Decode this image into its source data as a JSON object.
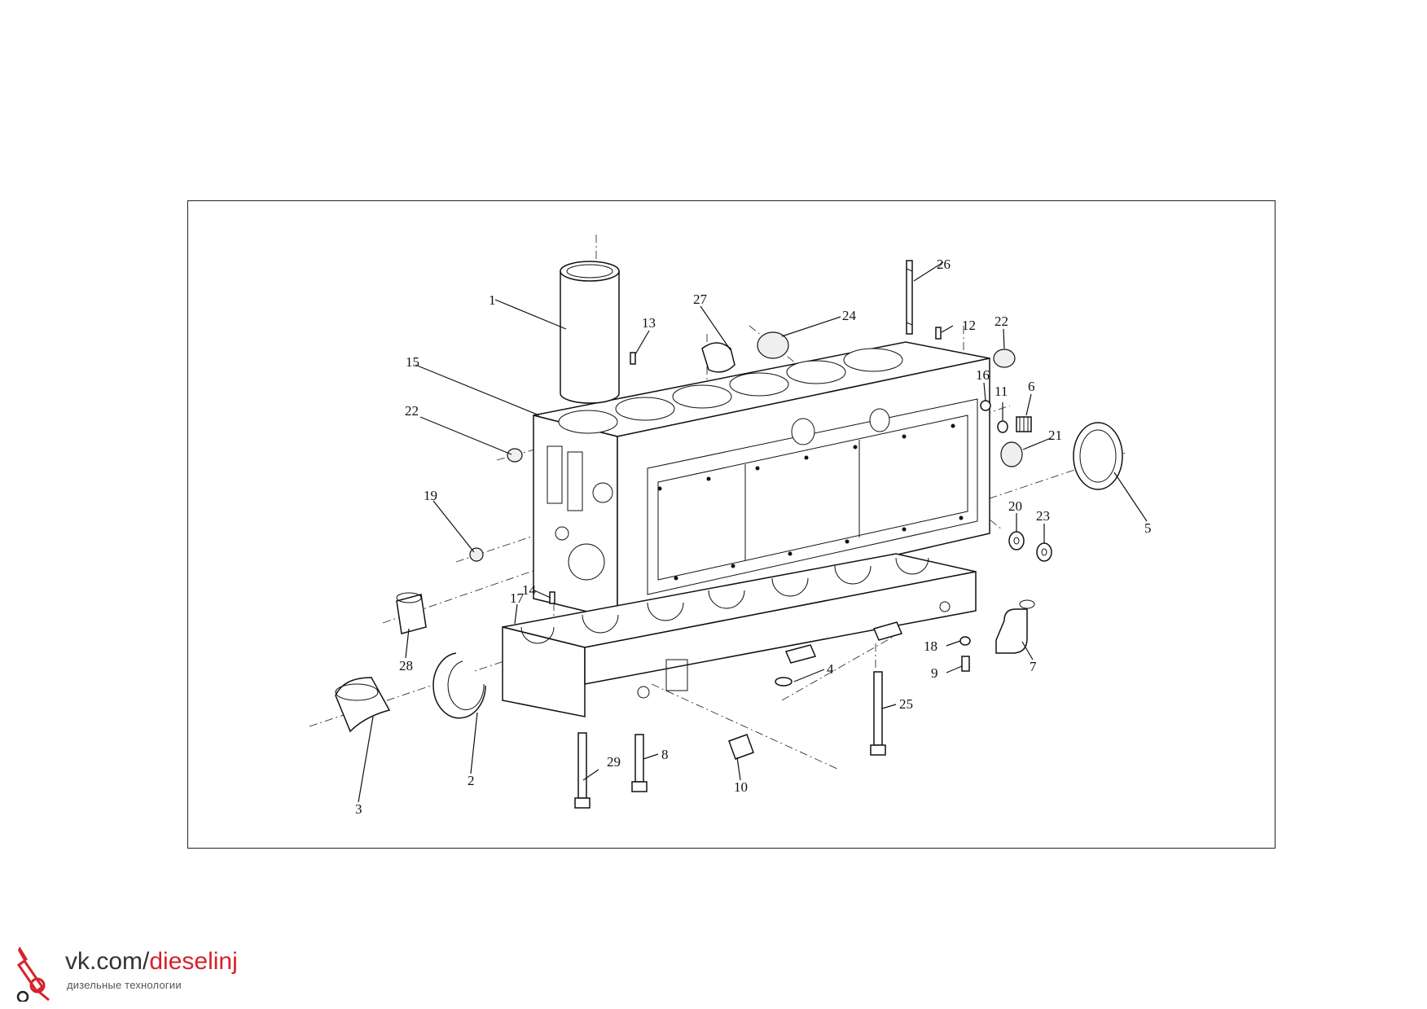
{
  "diagram": {
    "labels": {
      "p1": "1",
      "p2": "2",
      "p3": "3",
      "p4": "4",
      "p5": "5",
      "p6": "6",
      "p7": "7",
      "p8": "8",
      "p9": "9",
      "p10": "10",
      "p11": "11",
      "p12": "12",
      "p13": "13",
      "p14": "14",
      "p15": "15",
      "p16": "16",
      "p17": "17",
      "p18": "18",
      "p19": "19",
      "p20": "20",
      "p21": "21",
      "p22a": "22",
      "p22b": "22",
      "p23": "23",
      "p24": "24",
      "p25": "25",
      "p26": "26",
      "p27": "27",
      "p28": "28",
      "p29": "29"
    }
  },
  "watermark": {
    "url_prefix": "vk.com/",
    "url_handle": "dieselinj",
    "tagline": "дизельные технологии",
    "logo_icon": "injector-icon",
    "accent_color": "#d8222a"
  }
}
